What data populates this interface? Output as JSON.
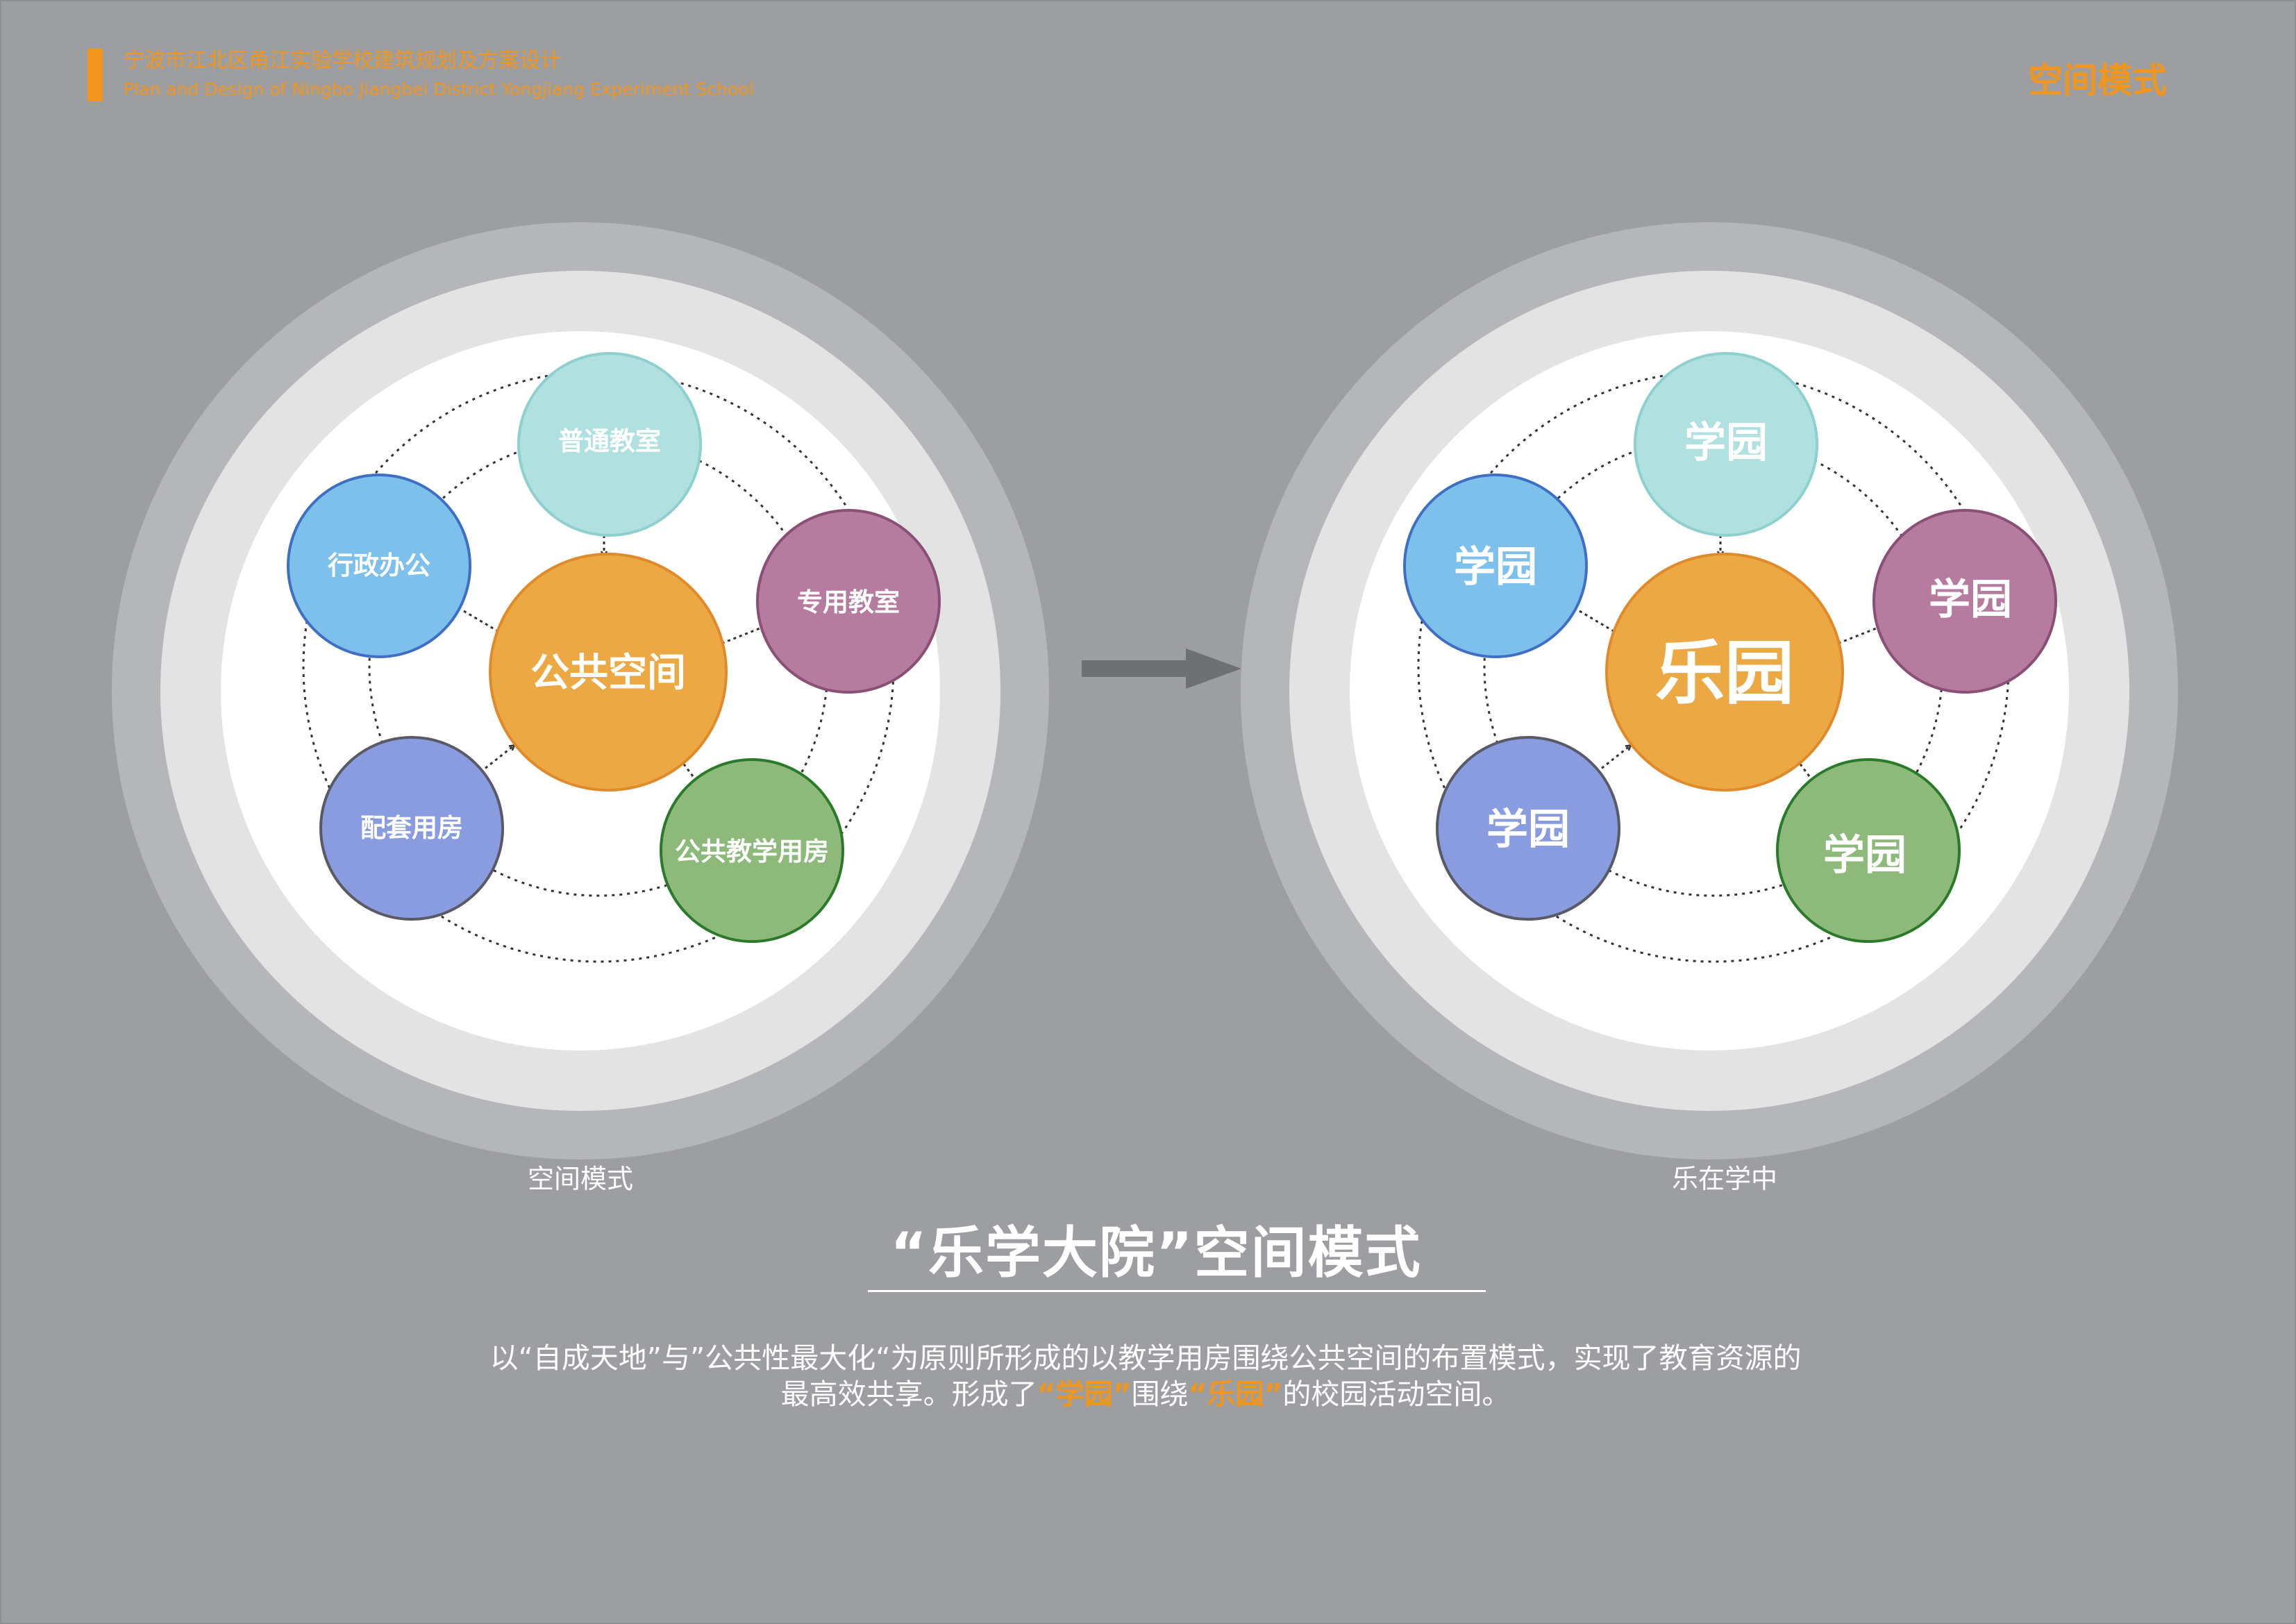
{
  "header": {
    "title_cn": "宁波市江北区甬江实验学校建筑规划及方案设计",
    "title_en": "Plan and Design of Ningbo Jiangbei District Yongjiang Experiment School",
    "section": "空间模式"
  },
  "colors": {
    "accent": "#f0961e",
    "background": "#9c9ea2",
    "center": "#eca943",
    "node_teal": "#b0e0df",
    "node_blue": "#7ec0ec",
    "node_mauve": "#b57c9f",
    "node_periwinkle": "#8a9ce0",
    "node_green": "#8db97b"
  },
  "diagram_left": {
    "caption": "空间模式",
    "center": "公共空间",
    "nodes": [
      "普通教室",
      "行政办公",
      "专用教室",
      "配套用房",
      "公共教学用房"
    ]
  },
  "diagram_right": {
    "caption": "乐在学中",
    "center": "乐园",
    "nodes": [
      "学园",
      "学园",
      "学园",
      "学园",
      "学园"
    ]
  },
  "main_title": "“乐学大院”空间模式",
  "description": {
    "line1": "以“自成天地”与”公共性最大化“为原则所形成的以教学用房围绕公共空间的布置模式，实现了教育资源的",
    "line2_a": "最高效共享。形成了",
    "line2_hl1": "“学园”",
    "line2_b": "围绕",
    "line2_hl2": "“乐园”",
    "line2_c": "的校园活动空间。"
  }
}
